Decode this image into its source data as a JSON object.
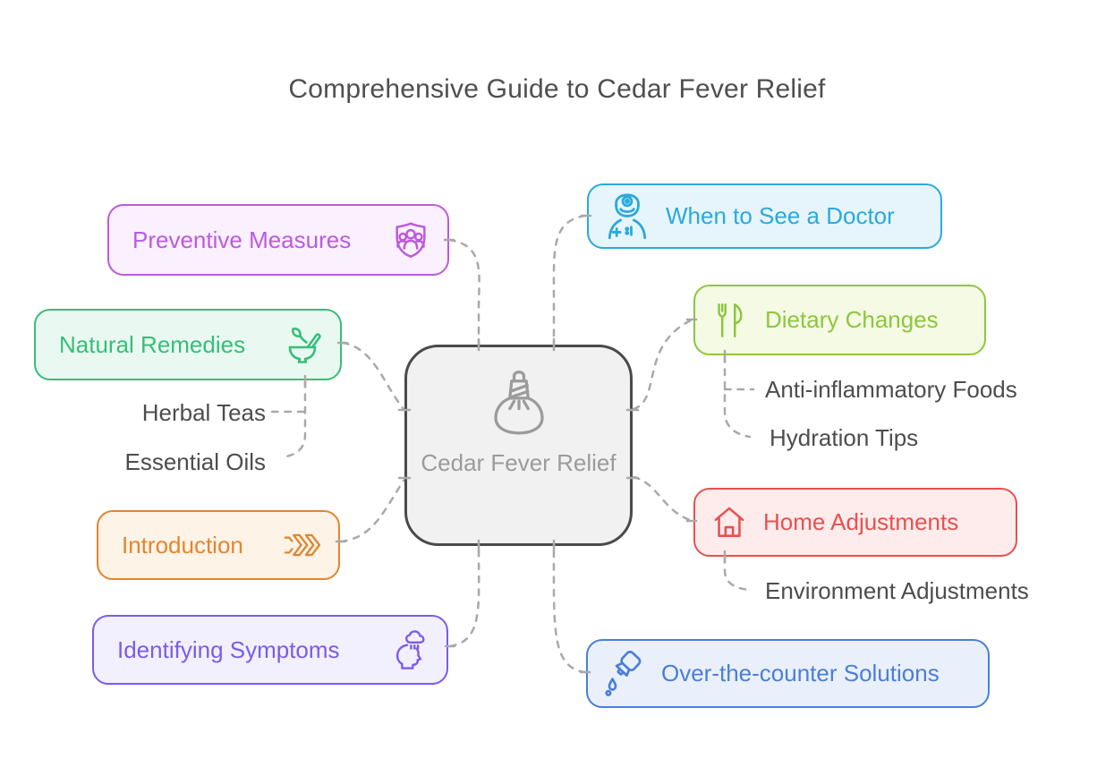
{
  "title": "Comprehensive Guide to Cedar Fever Relief",
  "center": {
    "label": "Cedar Fever Relief",
    "icon": "herbal-compress-icon",
    "border_color": "#4a4a4a",
    "fill_color": "#f1f1f1",
    "text_color": "#9b9b9b"
  },
  "connectors": {
    "color": "#a9a9a9",
    "style": "dashed"
  },
  "branches": [
    {
      "label": "Preventive Measures",
      "icon": "shield-group-icon",
      "accent": "#bb5bdd",
      "fill": "#fbf0fd",
      "children": []
    },
    {
      "label": "Natural Remedies",
      "icon": "mortar-pestle-icon",
      "accent": "#38bd7a",
      "fill": "#e9f9f1",
      "children": [
        "Herbal Teas",
        "Essential Oils"
      ]
    },
    {
      "label": "Introduction",
      "icon": "chevrons-right-icon",
      "accent": "#e08632",
      "fill": "#fdf3e6",
      "children": []
    },
    {
      "label": "Identifying Symptoms",
      "icon": "head-rain-cloud-icon",
      "accent": "#7b5ce8",
      "fill": "#f2f0fe",
      "children": []
    },
    {
      "label": "When to See a Doctor",
      "icon": "doctor-icon",
      "accent": "#2ba9da",
      "fill": "#e5f5fb",
      "children": []
    },
    {
      "label": "Dietary Changes",
      "icon": "fork-knife-icon",
      "accent": "#8dc63f",
      "fill": "#f5fae4",
      "children": [
        "Anti-inflammatory Foods",
        "Hydration Tips"
      ]
    },
    {
      "label": "Home Adjustments",
      "icon": "home-icon",
      "accent": "#e85050",
      "fill": "#fdeceb",
      "children": [
        "Environment Adjustments"
      ]
    },
    {
      "label": "Over-the-counter Solutions",
      "icon": "dropper-bottle-icon",
      "accent": "#4b7ed9",
      "fill": "#eaf0fb",
      "children": []
    }
  ]
}
